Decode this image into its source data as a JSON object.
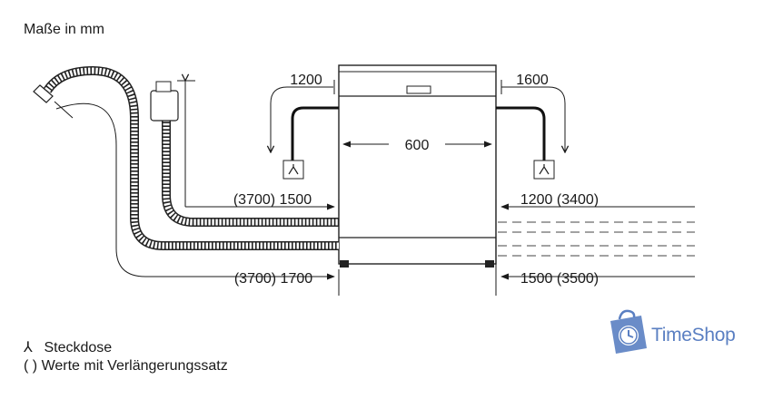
{
  "title": "Maße in mm",
  "dimensions": {
    "drain_left": "1200",
    "drain_right": "1600",
    "width": "600",
    "left_upper": "(3700) 1500",
    "left_lower": "(3700) 1700",
    "right_upper": "1200 (3400)",
    "right_lower": "1500 (3500)"
  },
  "legend": {
    "socket_symbol": "⅄",
    "socket_label": "Steckdose",
    "ext_symbol": "( )",
    "ext_label": "Werte mit Verlängerungssatz"
  },
  "watermark": {
    "text": "TimeShop",
    "color": "#5a7fc2"
  }
}
